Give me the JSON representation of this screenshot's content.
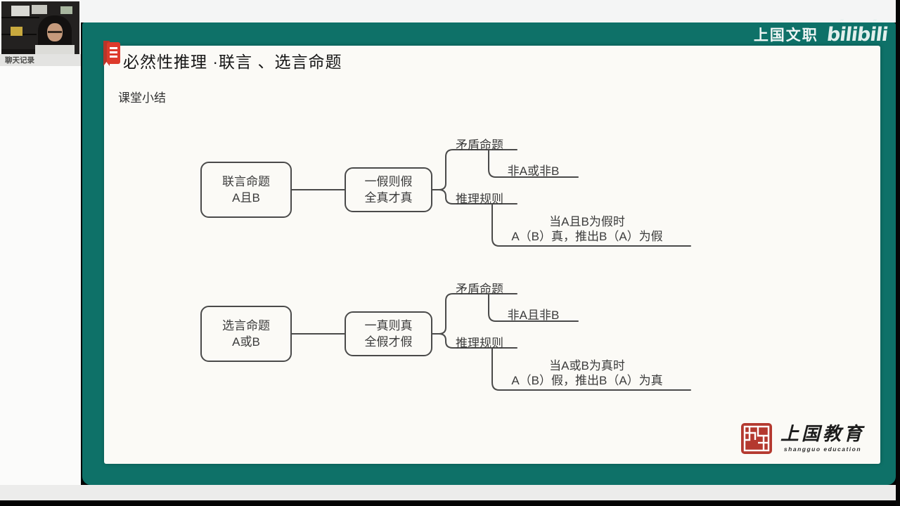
{
  "colors": {
    "teal_background": "#0e7168",
    "title_icon_red": "#dd3a2b",
    "seal_red": "#b4392f",
    "slide_background": "#fbfaf6"
  },
  "left_panel": {
    "chat_tab": "聊天记录"
  },
  "watermark": {
    "brand": "上国文职",
    "platform": "bilibili"
  },
  "slide": {
    "title": "必然性推理 ·联言 、选言命题",
    "section": "课堂小结",
    "diagrams": [
      {
        "topic_line1": "联言命题",
        "topic_line2": "A且B",
        "rule_line1": "一假则假",
        "rule_line2": "全真才真",
        "branch1_label": "矛盾命题",
        "branch1_child": "非A或非B",
        "branch2_label": "推理规则",
        "branch2_child_line1": "当A且B为假时",
        "branch2_child_line2": "A（B）真，推出B（A）为假"
      },
      {
        "topic_line1": "选言命题",
        "topic_line2": "A或B",
        "rule_line1": "一真则真",
        "rule_line2": "全假才假",
        "branch1_label": "矛盾命题",
        "branch1_child": "非A且非B",
        "branch2_label": "推理规则",
        "branch2_child_line1": "当A或B为真时",
        "branch2_child_line2": "A（B）假，推出B（A）为真"
      }
    ],
    "footer_logo": {
      "name": "上国教育",
      "subtext": "shangguo education"
    }
  }
}
